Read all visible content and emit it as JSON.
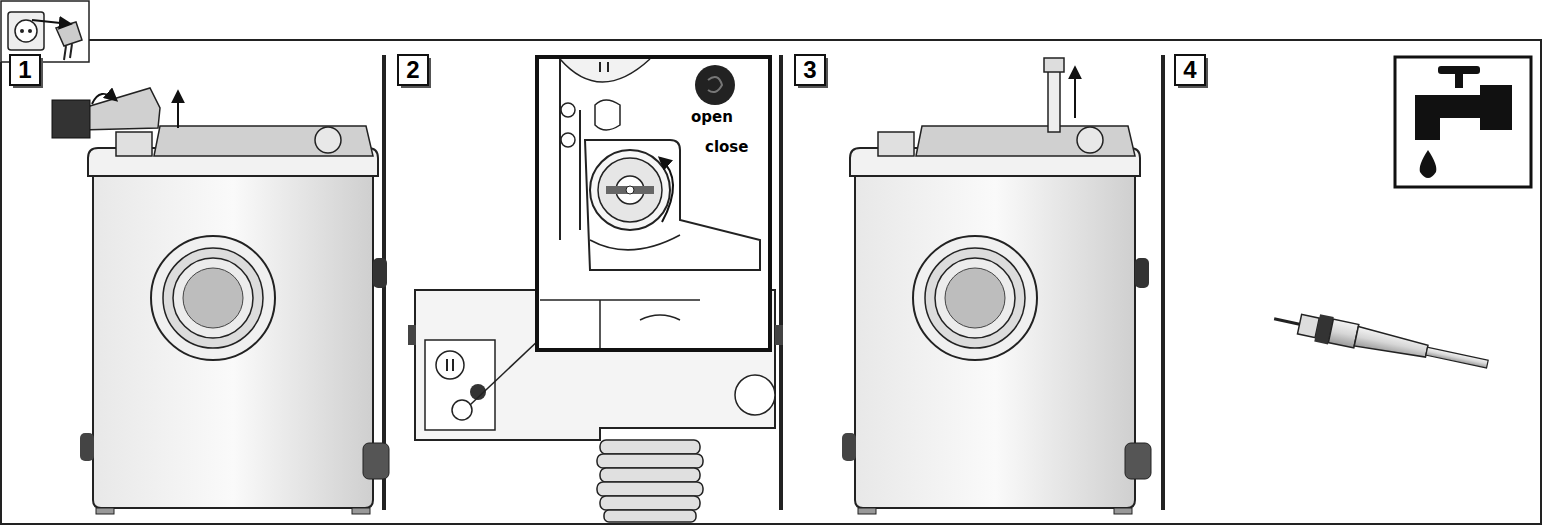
{
  "diagram": {
    "labels": [
      "1",
      "2",
      "3",
      "4",
      "open",
      "close"
    ]
  }
}
